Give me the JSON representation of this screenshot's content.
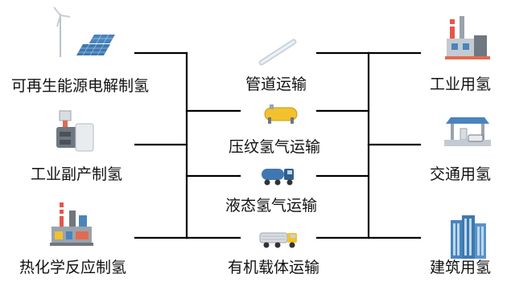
{
  "sources": [
    {
      "label": "可再生能源电解制氢",
      "icon": "wind-solar-icon"
    },
    {
      "label": "工业副产制氢",
      "icon": "industrial-machine-icon"
    },
    {
      "label": "热化学反应制氢",
      "icon": "chemical-plant-icon"
    }
  ],
  "transport": [
    {
      "label": "管道运输",
      "icon": "pipeline-icon"
    },
    {
      "label": "压纹氢气运输",
      "icon": "hydrogen-tank-icon"
    },
    {
      "label": "液态氢气运输",
      "icon": "tanker-truck-icon"
    },
    {
      "label": "有机载体运输",
      "icon": "tube-trailer-icon"
    }
  ],
  "uses": [
    {
      "label": "工业用氢",
      "icon": "factory-icon"
    },
    {
      "label": "交通用氢",
      "icon": "fuel-station-icon"
    },
    {
      "label": "建筑用氢",
      "icon": "building-icon"
    }
  ],
  "colors": {
    "line": "#000000",
    "icon_blue": "#4a7fb5",
    "icon_yellow": "#f2c12e",
    "icon_gray": "#9aa3ad"
  }
}
